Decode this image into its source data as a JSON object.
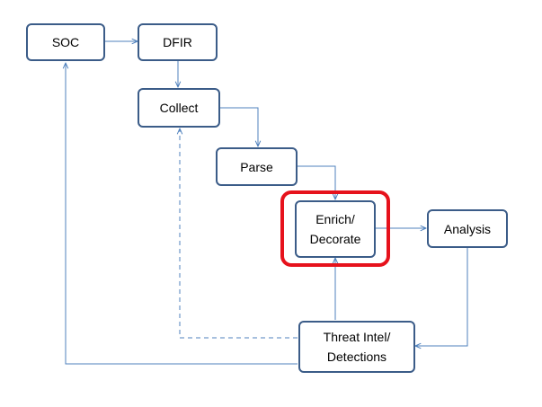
{
  "nodes": {
    "soc": "SOC",
    "dfir": "DFIR",
    "collect": "Collect",
    "parse": "Parse",
    "enrich": "Enrich/\nDecorate",
    "analysis": "Analysis",
    "threat": "Threat Intel/\nDetections"
  },
  "colors": {
    "node_border": "#3b5c88",
    "connector": "#4f81bd",
    "highlight": "#e6121c"
  }
}
